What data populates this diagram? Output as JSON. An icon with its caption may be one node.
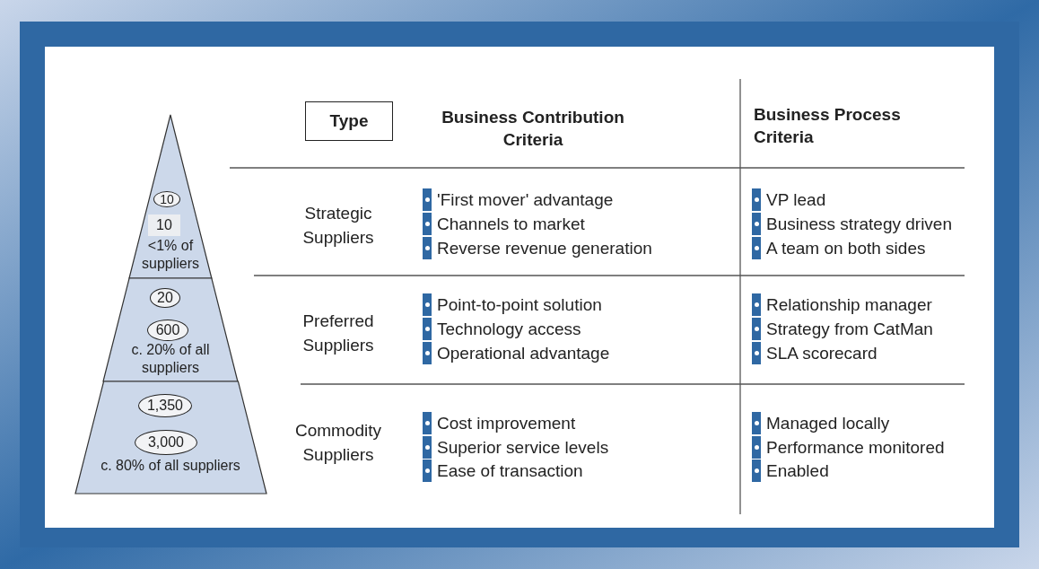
{
  "diagram": {
    "nodes": [
      {
        "text": [
          "<1% of suppliers"
        ]
      },
      {
        "text": [
          "10"
        ],
        "in": 0
      },
      {
        "text": [
          "10"
        ],
        "in": 0
      },
      {
        "text": [
          "c. 20% of all suppliers"
        ]
      },
      {
        "text": [
          "20"
        ],
        "in": 3
      },
      {
        "text": [
          "600"
        ],
        "in": 3
      },
      {
        "text": [
          "c. 80% of all suppliers"
        ]
      },
      {
        "text": [
          "1,350"
        ],
        "in": 6
      },
      {
        "text": [
          "3,000"
        ],
        "in": 6
      },
      {
        "text": [
          "Type"
        ]
      }
    ],
    "labels": [
      "Business Contribution Criteria",
      "Business Process Criteria",
      "Strategic Suppliers",
      "'First mover' advantage",
      "Channels to market",
      "Reverse revenue generation",
      "VP lead",
      "Business strategy driven",
      "A team on both sides",
      "Preferred Suppliers",
      "Point-to-point solution",
      "Technology access",
      "Operational advantage",
      "Relationship manager",
      "Strategy from CatMan",
      "SLA scorecard",
      "Commodity Suppliers",
      "Cost improvement",
      "Superior service levels",
      "Ease of transaction",
      "Managed locally",
      "Performance monitored",
      "Enabled"
    ]
  }
}
